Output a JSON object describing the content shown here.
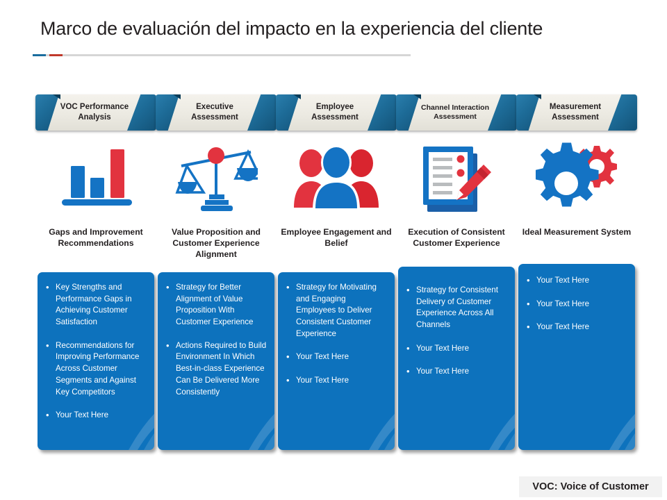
{
  "page_title": "Marco de evaluación del impacto en la experiencia del cliente",
  "colors": {
    "brand_blue": "#0d72bd",
    "ribbon_blue": "#1d6b97",
    "accent_red": "#c0392b",
    "plate_cream": "#eceae2",
    "rule_gray": "#d6d6d6"
  },
  "footer": {
    "legend": "VOC: Voice of Customer"
  },
  "columns": [
    {
      "ribbon": "VOC Performance Analysis",
      "icon": "bar-chart-icon",
      "caption": "Gaps and Improvement Recommendations",
      "bullets": [
        "Key Strengths and Performance Gaps in Achieving Customer Satisfaction",
        "Recommendations for Improving Performance Across Customer Segments and Against Key Competitors",
        "Your Text Here"
      ]
    },
    {
      "ribbon": "Executive Assessment",
      "icon": "balance-scale-icon",
      "caption": "Value Proposition and Customer Experience Alignment",
      "bullets": [
        "Strategy for Better Alignment of Value Proposition With Customer Experience",
        "Actions Required to Build Environment In Which Best-in-class Experience Can Be Delivered More Consistently"
      ]
    },
    {
      "ribbon": "Employee Assessment",
      "icon": "people-group-icon",
      "caption": "Employee Engagement and Belief",
      "bullets": [
        "Strategy for Motivating and Engaging Employees to Deliver Consistent Customer Experience",
        "Your Text Here",
        "Your Text Here"
      ]
    },
    {
      "ribbon": "Channel Interaction Assessment",
      "icon": "clipboard-pencil-icon",
      "caption": "Execution of Consistent Customer Experience",
      "bullets": [
        "Strategy for Consistent Delivery of Customer Experience Across All Channels",
        "Your Text Here",
        "Your Text Here"
      ]
    },
    {
      "ribbon": "Measurement Assessment",
      "icon": "gears-icon",
      "caption": "Ideal Measurement System",
      "bullets": [
        "Your Text Here",
        "Your Text Here",
        "Your Text Here"
      ]
    }
  ]
}
